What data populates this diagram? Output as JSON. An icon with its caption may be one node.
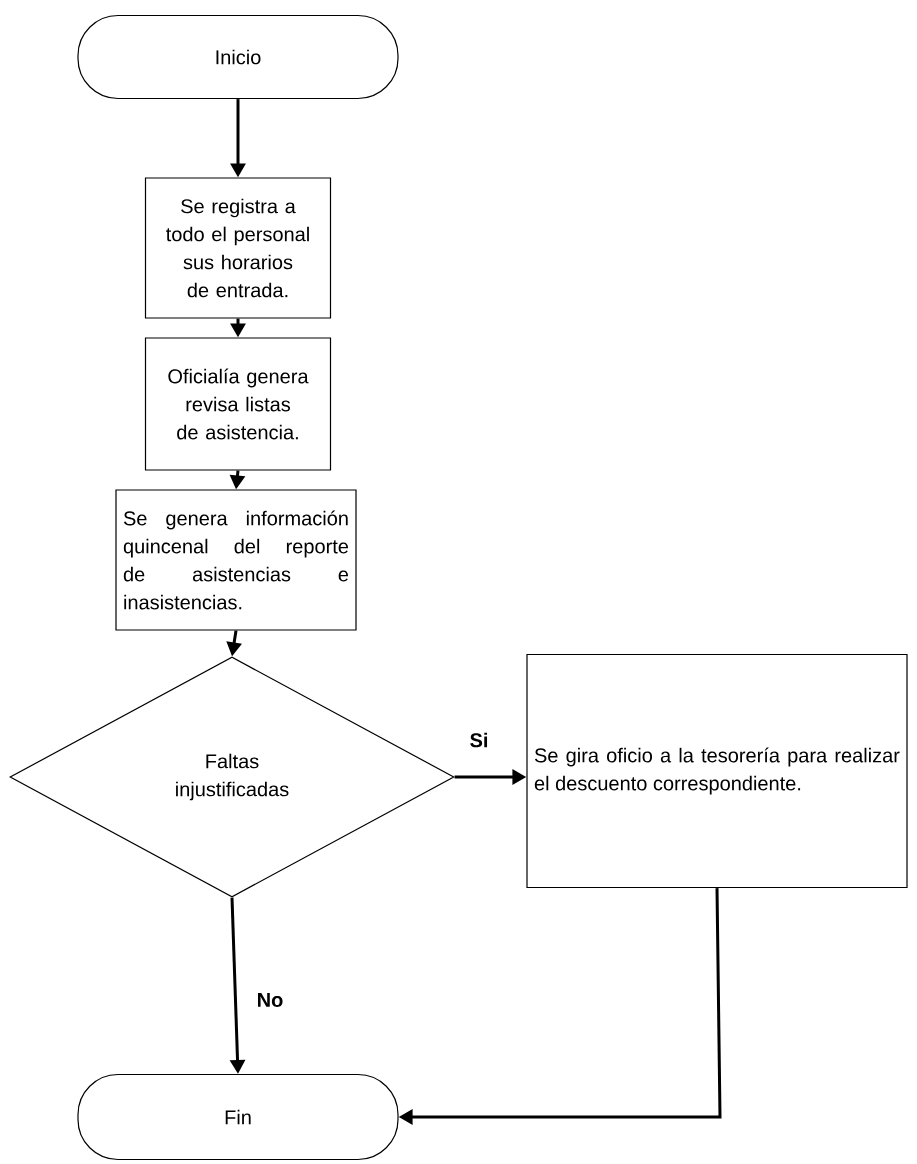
{
  "diagram": {
    "nodes": [
      {
        "text": [
          "Inicio"
        ]
      },
      {
        "text": [
          "Se registra a todo el personal sus horarios de entrada."
        ]
      },
      {
        "text": [
          "Oficialía genera revisa listas de asistencia."
        ]
      },
      {
        "text": [
          "Se genera información quincenal del reporte de asistencias e inasistencias."
        ]
      },
      {
        "text": [
          "Faltas injustificadas"
        ]
      },
      {
        "text": [
          "Se gira oficio a la tesorería para realizar el descuento correspondiente."
        ]
      },
      {
        "text": [
          "Fin"
        ]
      }
    ],
    "edges": [
      {
        "from": 0,
        "to": 1,
        "arrow": "to"
      },
      {
        "from": 1,
        "to": 2,
        "arrow": "to"
      },
      {
        "from": 2,
        "to": 3,
        "arrow": "to"
      },
      {
        "from": 3,
        "to": 4,
        "arrow": "to"
      },
      {
        "from": 4,
        "to": 5,
        "arrow": "to",
        "label": "Si"
      },
      {
        "from": 4,
        "to": 6,
        "arrow": "to",
        "label": "No"
      },
      {
        "from": 5,
        "to": 6,
        "arrow": "to"
      }
    ]
  }
}
